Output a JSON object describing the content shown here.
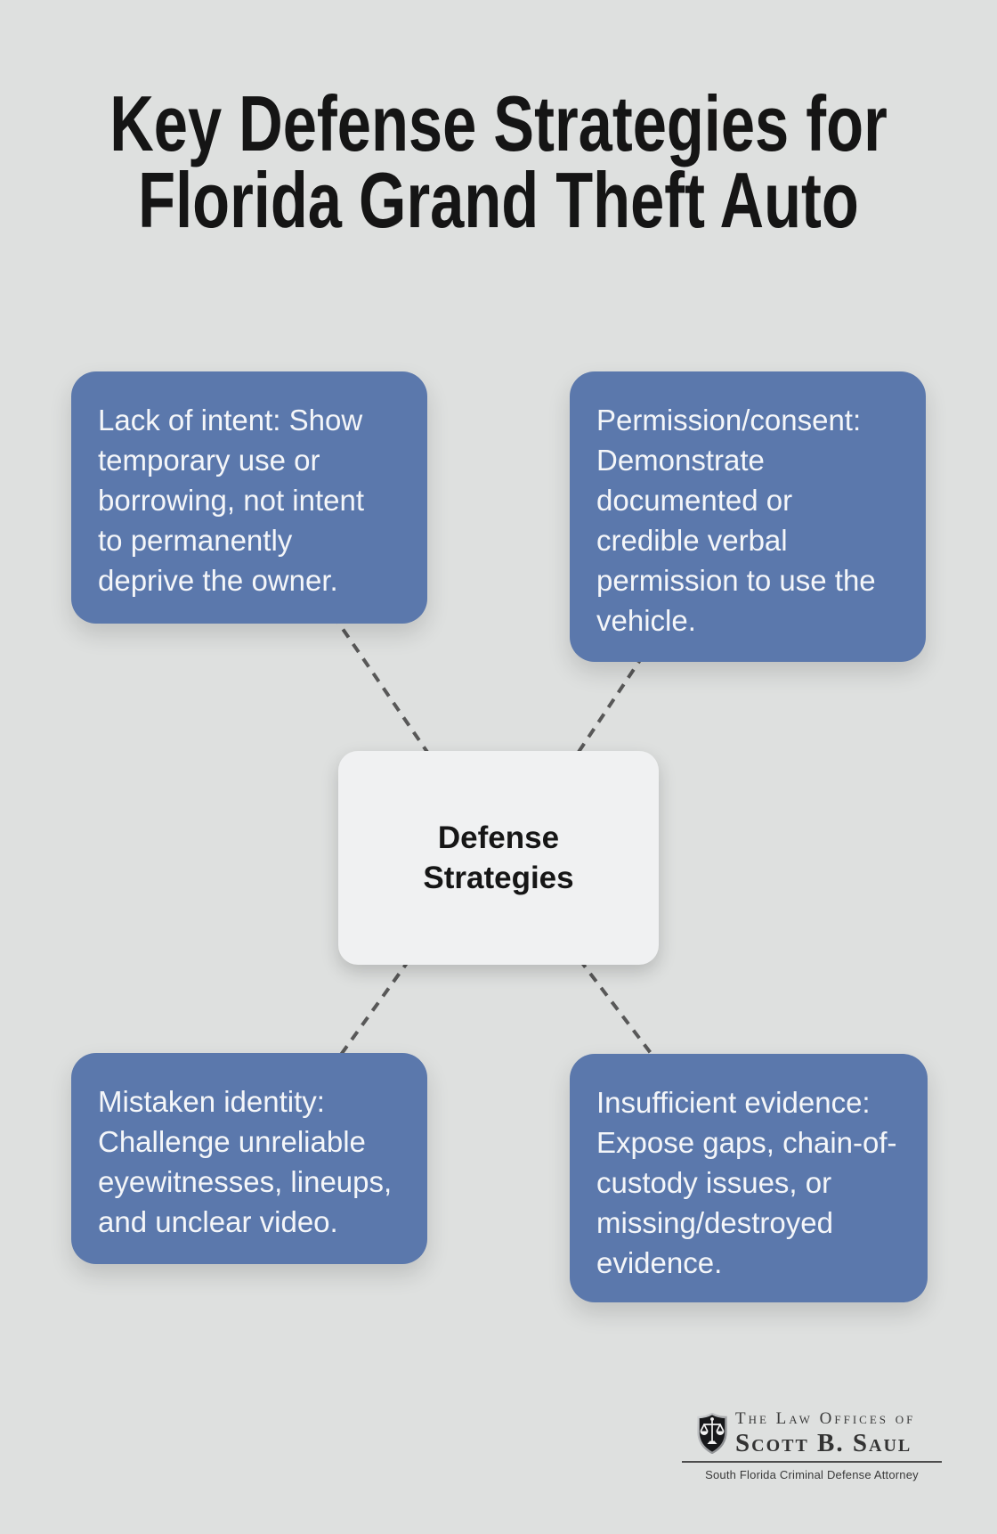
{
  "title": "Key Defense Strategies for\nFlorida Grand Theft Auto",
  "center": {
    "label": "Defense\nStrategies"
  },
  "cards": [
    {
      "id": "lack-of-intent",
      "text": "Lack of intent: Show\ntemporary use or\nborrowing, not intent\nto permanently\ndeprive the owner."
    },
    {
      "id": "permission-consent",
      "text": "Permission/consent:\nDemonstrate\ndocumented or\ncredible verbal\npermission to use the\nvehicle."
    },
    {
      "id": "mistaken-identity",
      "text": "Mistaken identity:\nChallenge unreliable\neyewitnesses, lineups,\nand unclear video."
    },
    {
      "id": "insufficient-evidence",
      "text": "Insufficient evidence:\nExpose gaps, chain-of-\ncustody issues, or\nmissing/destroyed\nevidence."
    }
  ],
  "logo": {
    "firm_line1": "The Law Offices of",
    "firm_line2": "Scott B. Saul",
    "tagline": "South Florida Criminal Defense Attorney",
    "icon": "scales-of-justice-shield-icon"
  },
  "colors": {
    "background": "#dee0df",
    "card": "#5b78ac",
    "card_text": "#f4f6f9",
    "center_bg": "#f0f1f2",
    "center_text": "#161616",
    "connector": "#585858",
    "title": "#151515",
    "logo_text": "#3a3a3a"
  }
}
